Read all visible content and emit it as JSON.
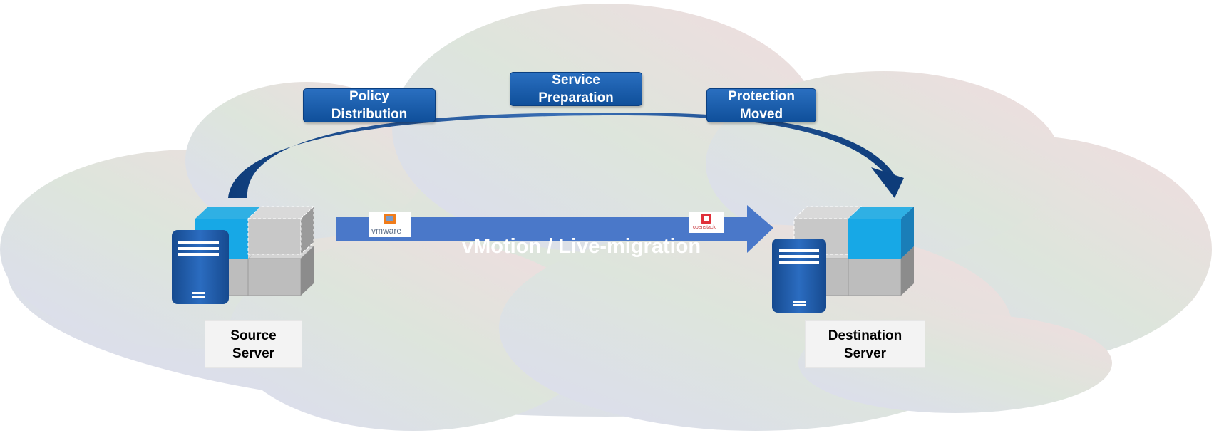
{
  "steps": {
    "policy_distribution": "Policy\nDistribution",
    "service_preparation": "Service\nPreparation",
    "protection_moved": "Protection\nMoved"
  },
  "migration": {
    "label": "vMotion / Live-migration",
    "left_logo_text": "vmware",
    "right_logo_text": "openstack"
  },
  "servers": {
    "source_label": "Source\nServer",
    "destination_label": "Destination\nServer"
  },
  "colors": {
    "step_fill": "#1a5eae",
    "arrow_fill": "#4a78c9",
    "curve": "#1c4f95",
    "block_blue": "#1fb6ee",
    "block_gray": "#bdbdbd",
    "server_body": "#1e5aa8"
  }
}
